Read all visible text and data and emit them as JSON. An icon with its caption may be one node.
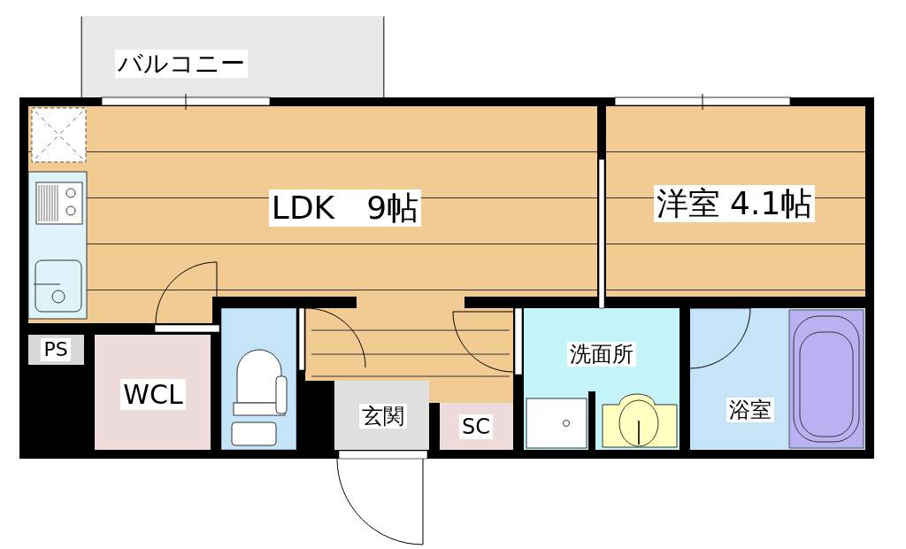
{
  "diagram": {
    "nodes": [
      {
        "text": [
          "バルコニー"
        ]
      },
      {
        "text": [
          "LDK　9帖"
        ]
      },
      {
        "text": [
          "洋室 4.1帖"
        ]
      },
      {
        "text": [
          "PS"
        ]
      },
      {
        "text": [
          "WCL"
        ]
      },
      {
        "text": [],
        "shape": "box"
      },
      {
        "text": [
          "洗面所"
        ]
      },
      {
        "text": [
          "浴室"
        ]
      },
      {
        "text": [
          "玄関"
        ]
      },
      {
        "text": [
          "SC"
        ]
      }
    ]
  }
}
